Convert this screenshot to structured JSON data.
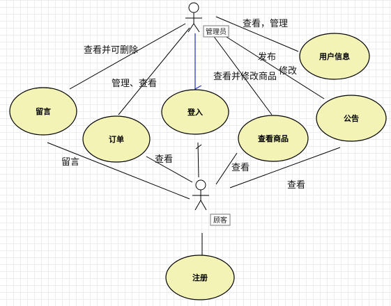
{
  "actors": {
    "admin": "管理员",
    "customer": "顾客"
  },
  "use_cases": {
    "user_info": "用户信息",
    "message": "留言",
    "order": "订单",
    "login": "登入",
    "view_products": "查看商品",
    "announcement": "公告",
    "register": "注册"
  },
  "relations": {
    "admin_user_info": "查看，管理",
    "admin_message": "查看并可删除",
    "admin_order": "管理、查看",
    "admin_view_products": "查看并修改商品",
    "admin_announcement_1": "发布",
    "admin_announcement_2": "修改",
    "customer_message": "留言",
    "customer_order": "查看",
    "customer_view_products": "查看",
    "customer_announcement": "查看"
  },
  "colors": {
    "use_case_fill": "#f2f3b5",
    "line": "#000000",
    "arrow": "#2233cc",
    "grid": "#ededed"
  }
}
